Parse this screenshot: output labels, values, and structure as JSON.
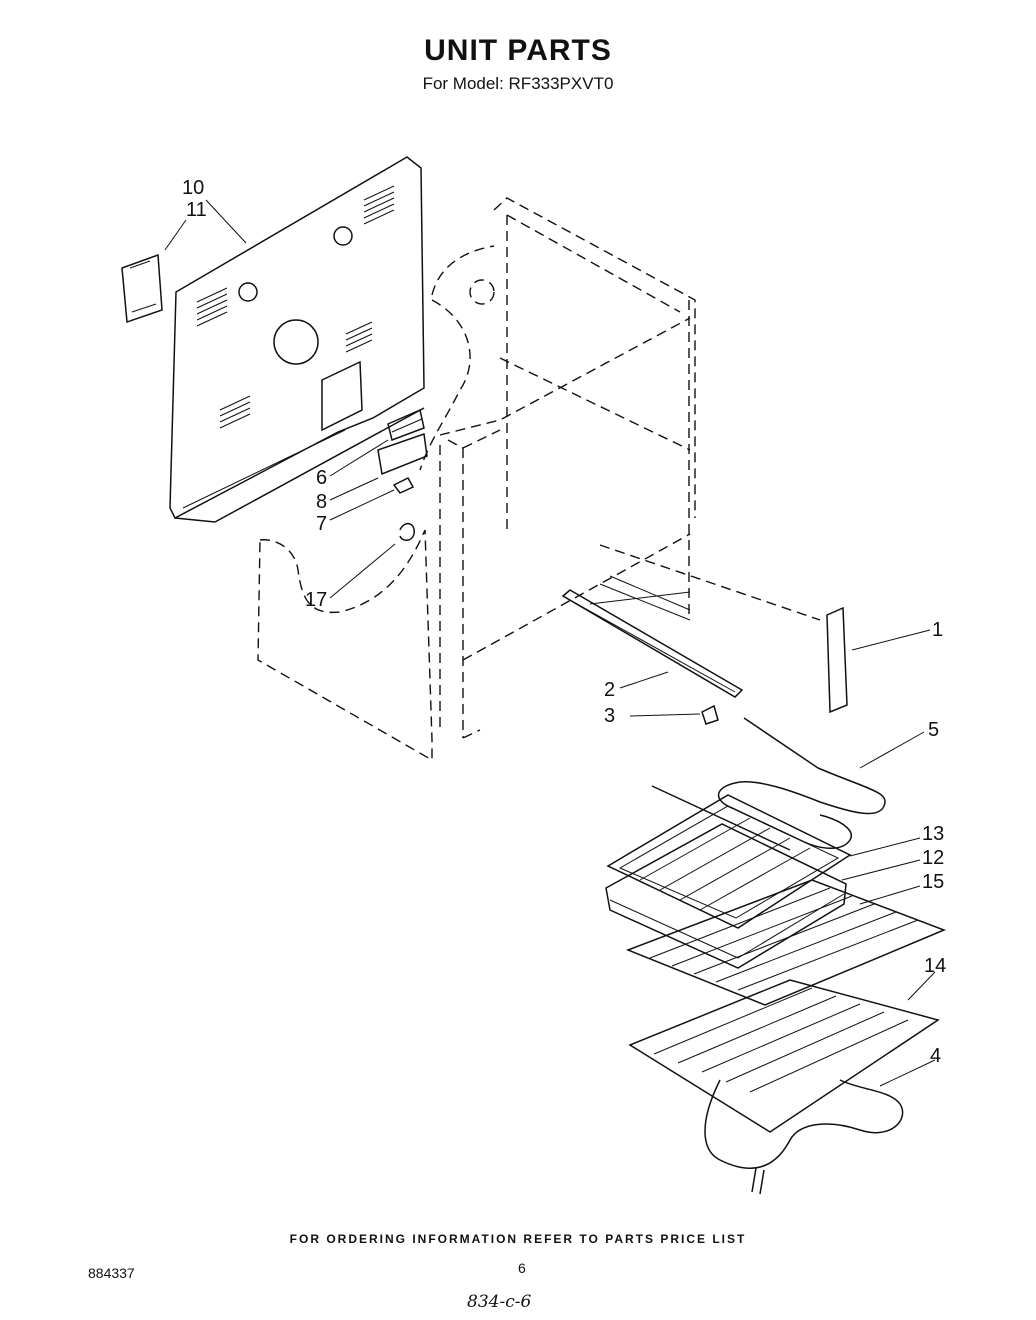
{
  "header": {
    "title": "UNIT PARTS",
    "subtitle": "For Model: RF333PXVT0"
  },
  "callouts": {
    "c1": "1",
    "c2": "2",
    "c3": "3",
    "c4": "4",
    "c5": "5",
    "c6": "6",
    "c7": "7",
    "c8": "8",
    "c10": "10",
    "c11": "11",
    "c12": "12",
    "c13": "13",
    "c14": "14",
    "c15": "15",
    "c17": "17"
  },
  "footer": {
    "ordering_note": "FOR ORDERING INFORMATION REFER TO PARTS PRICE LIST",
    "doc_number": "884337",
    "page_number": "6",
    "handwritten_note": "834-c-6"
  }
}
